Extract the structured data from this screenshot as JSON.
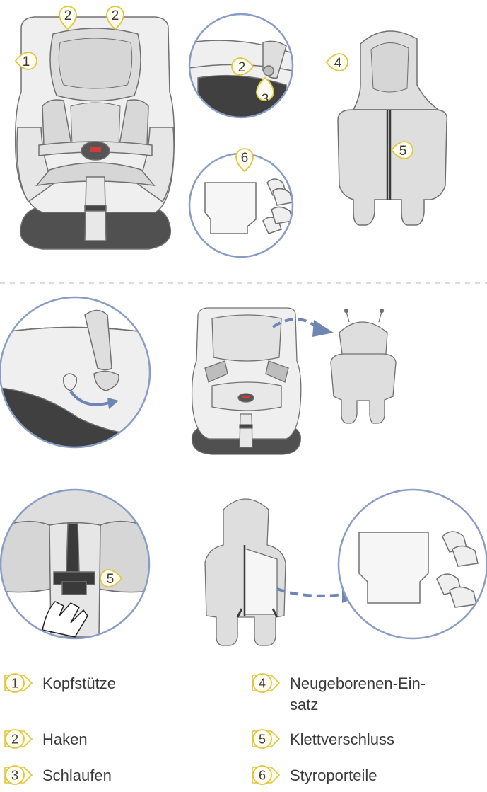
{
  "colors": {
    "marker_stroke": "#e3c53b",
    "marker_fill": "#fffdf0",
    "arrow": "#6f86b5",
    "circle_border": "#8a9cc6",
    "outline": "#707070",
    "fabric": "#dedede",
    "fabric_light": "#efefef",
    "base": "#555555"
  },
  "figures": {
    "overview_markers": [
      "2",
      "2",
      "1",
      "2",
      "3",
      "4",
      "5",
      "6"
    ],
    "step_marker": "5"
  },
  "legend": [
    {
      "number": "1",
      "label": "Kopfstütze"
    },
    {
      "number": "4",
      "label": "Neugeborenen-Ein-satz"
    },
    {
      "number": "2",
      "label": "Haken"
    },
    {
      "number": "5",
      "label": "Klettverschluss"
    },
    {
      "number": "3",
      "label": "Schlaufen"
    },
    {
      "number": "6",
      "label": "Styroporteile"
    }
  ]
}
